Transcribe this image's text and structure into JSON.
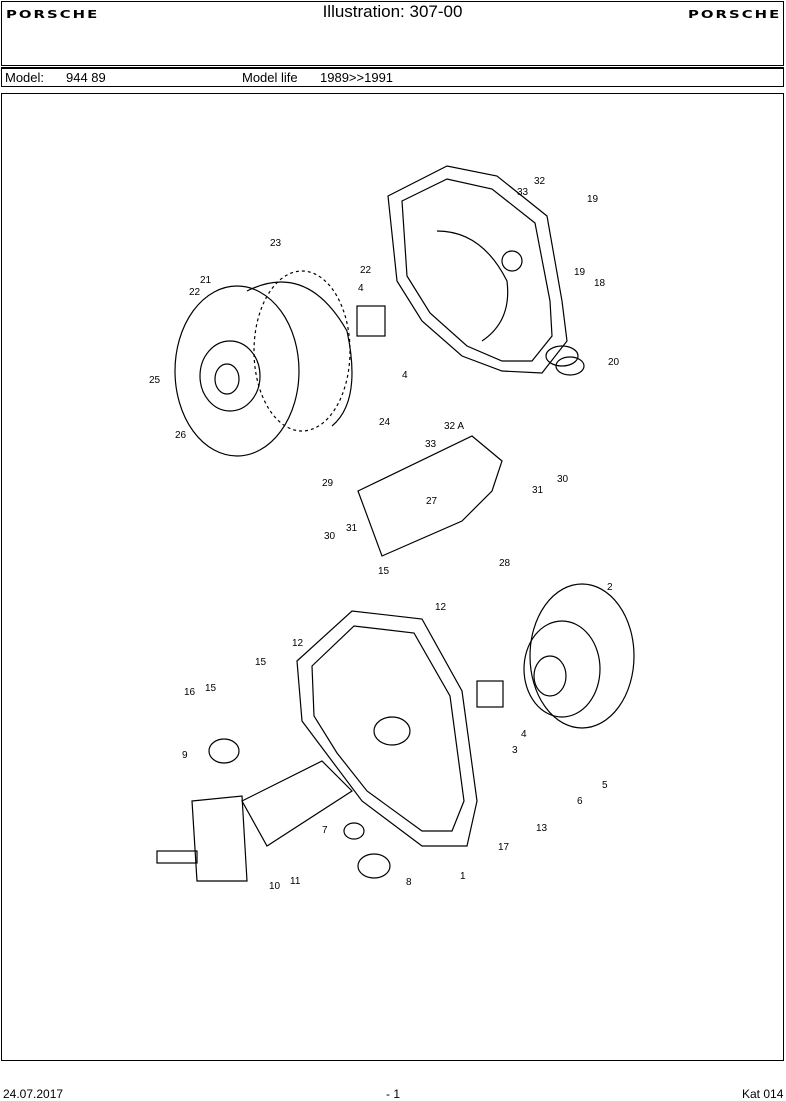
{
  "header": {
    "logo_left": "PORSCHE",
    "title": "Illustration: 307-00",
    "logo_right": "PORSCHE"
  },
  "model_row": {
    "model_label": "Model:",
    "model_value": "944 89",
    "life_label": "Model life",
    "life_value": "1989>>1991"
  },
  "callouts": [
    "33",
    "32",
    "19",
    "19",
    "18",
    "20",
    "23",
    "22",
    "4",
    "21",
    "22",
    "25",
    "26",
    "24",
    "4",
    "33",
    "32 A",
    "29",
    "27",
    "31",
    "30",
    "30",
    "31",
    "15",
    "12",
    "28",
    "2",
    "12",
    "15",
    "16",
    "15",
    "9",
    "4",
    "3",
    "5",
    "6",
    "7",
    "17",
    "13",
    "10",
    "11",
    "8",
    "1"
  ],
  "footer": {
    "date": "24.07.2017",
    "page": "- 1",
    "catalog": "Kat 014"
  }
}
